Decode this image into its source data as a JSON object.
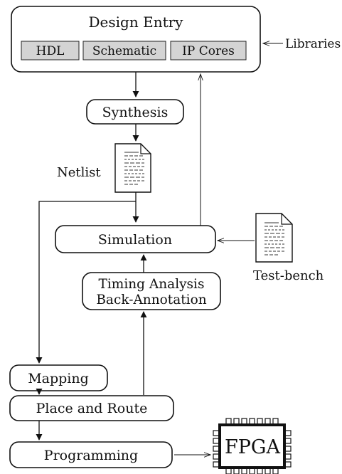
{
  "design_entry": {
    "title": "Design Entry",
    "options": [
      "HDL",
      "Schematic",
      "IP Cores"
    ]
  },
  "libraries_label": "Libraries",
  "synthesis_label": "Synthesis",
  "netlist_label": "Netlist",
  "simulation_label": "Simulation",
  "testbench_label": "Test-bench",
  "timing": {
    "line1": "Timing Analysis",
    "line2": "Back-Annotation"
  },
  "mapping_label": "Mapping",
  "place_route_label": "Place and Route",
  "programming_label": "Programming",
  "fpga_label": "FPGA"
}
